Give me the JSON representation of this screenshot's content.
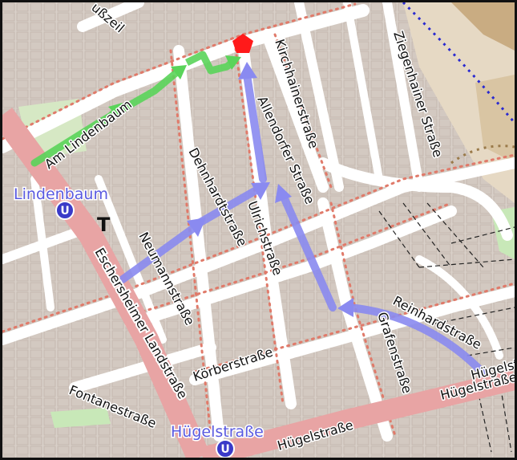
{
  "map": {
    "streets": [
      {
        "id": "am-lindenbaum",
        "label": "Am Lindenbaum"
      },
      {
        "id": "dehnhardt",
        "label": "Dehnhardtstraße"
      },
      {
        "id": "neumann",
        "label": "Neumannstraße"
      },
      {
        "id": "ulrich",
        "label": "Ulrichstraße"
      },
      {
        "id": "allendorfer",
        "label": "Allendorfer Straße"
      },
      {
        "id": "kirchhainer",
        "label": "Kirchhainerstraße"
      },
      {
        "id": "ziegenhainer",
        "label": "Ziegenhainer Straße"
      },
      {
        "id": "eschersheimer",
        "label": "Eschersheimer Landstraße"
      },
      {
        "id": "koerber",
        "label": "Körberstraße"
      },
      {
        "id": "fontane",
        "label": "Fontanestraße"
      },
      {
        "id": "grafen",
        "label": "Grafenstraße"
      },
      {
        "id": "reinhard",
        "label": "Reinhardstraße"
      },
      {
        "id": "huegel1",
        "label": "Hügelstraße"
      },
      {
        "id": "huegel2",
        "label": "Hügelstraße"
      },
      {
        "id": "huegel3",
        "label": "Hügelstra"
      },
      {
        "id": "partial-top",
        "label": "ußzeil"
      }
    ],
    "stations": [
      {
        "id": "lindenbaum",
        "label": "Lindenbaum"
      },
      {
        "id": "huegelstrasse",
        "label": "Hügelstraße"
      }
    ],
    "ubahn_symbol": "U",
    "tram_symbol": "T",
    "colors": {
      "background": "#f2efe9",
      "road": "#ffffff",
      "main_road": "#e8a4a4",
      "building": "#d9d0c9",
      "building_outline": "#c4b8ae",
      "park": "#c8e8b8",
      "route_green": "#5ad45a",
      "route_blue": "#8a8af0",
      "destination": "#ff1a1a",
      "station_text": "#5a5ae0",
      "ubahn": "#3a3ac8"
    }
  }
}
